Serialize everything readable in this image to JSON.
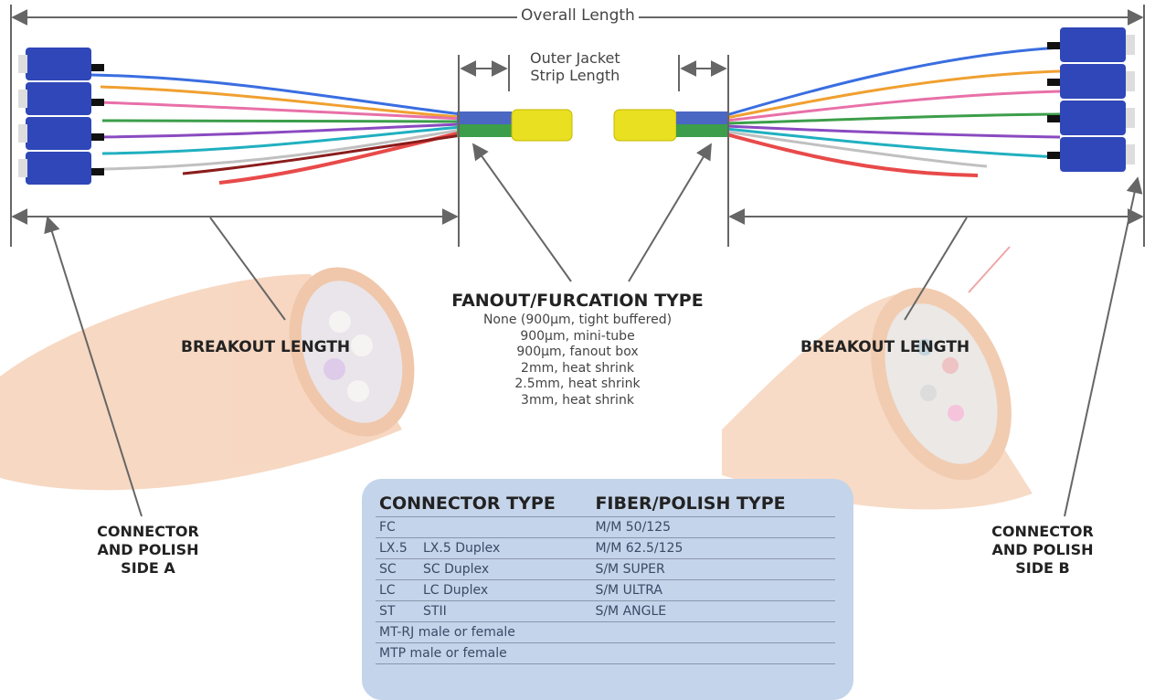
{
  "labels": {
    "overall_length": "Overall Length",
    "strip_length_line1": "Outer Jacket",
    "strip_length_line2": "Strip Length",
    "breakout_left": "BREAKOUT LENGTH",
    "breakout_right": "BREAKOUT LENGTH",
    "connector_a": [
      "CONNECTOR",
      "AND POLISH",
      "SIDE A"
    ],
    "connector_b": [
      "CONNECTOR",
      "AND POLISH",
      "SIDE B"
    ]
  },
  "fanout": {
    "title": "FANOUT/FURCATION TYPE",
    "options": [
      "None (900µm, tight buffered)",
      "900µm, mini-tube",
      "900µm, fanout box",
      "2mm, heat shrink",
      "2.5mm, heat shrink",
      "3mm, heat shrink"
    ]
  },
  "table": {
    "headers": [
      "CONNECTOR TYPE",
      "FIBER/POLISH TYPE"
    ],
    "rows": [
      {
        "code": "FC",
        "variant": "",
        "fiber": "M/M 50/125"
      },
      {
        "code": "LX.5",
        "variant": "LX.5 Duplex",
        "fiber": "M/M 62.5/125"
      },
      {
        "code": "SC",
        "variant": "SC Duplex",
        "fiber": "S/M SUPER"
      },
      {
        "code": "LC",
        "variant": "LC Duplex",
        "fiber": "S/M ULTRA"
      },
      {
        "code": "ST",
        "variant": "STII",
        "fiber": "S/M ANGLE"
      },
      {
        "code": "MT-RJ male or female",
        "variant": "",
        "fiber": ""
      },
      {
        "code": "MTP male or female",
        "variant": "",
        "fiber": ""
      }
    ]
  },
  "colors": {
    "connector_blue": "#2f47b8",
    "jacket_yellow": "#e8e020",
    "cable_orange": "#e8a57a",
    "arrow_gray": "#666666",
    "table_bg": "#c4d4ea",
    "fiber_colors": [
      "#e84a4a",
      "#f0a030",
      "#3c9e4a",
      "#3a6ee0",
      "#8a4ac0",
      "#e870a8",
      "#20b0c0",
      "#c0c0c0"
    ]
  }
}
